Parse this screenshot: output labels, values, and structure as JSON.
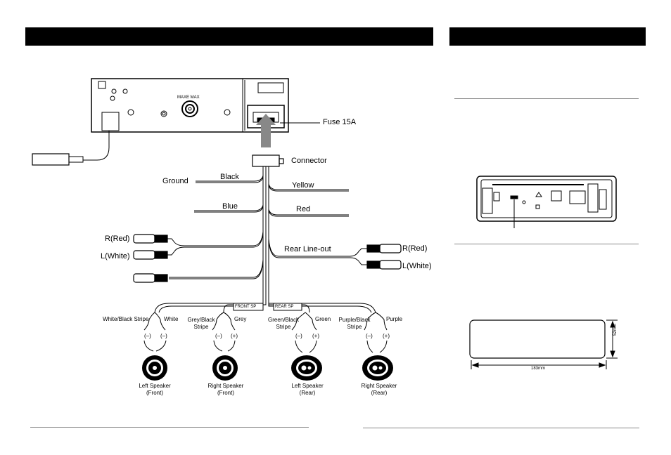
{
  "labels": {
    "fuse": "Fuse 15A",
    "connector": "Connector",
    "ground": "Ground",
    "black": "Black",
    "yellow": "Yellow",
    "blue": "Blue",
    "red": "Red",
    "r_red_left": "R(Red)",
    "l_white_left": "L(White)",
    "rear_lineout": "Rear Line-out",
    "r_red_right": "R(Red)",
    "l_white_right": "L(White)",
    "front_sp": "FRONT SP",
    "rear_sp": "REAR SP",
    "maxe": "MAXE MAX"
  },
  "speakers": [
    {
      "wire_neg": "White/Black Stripe",
      "wire_pos": "White",
      "neg": "(–)",
      "pos": "(–)",
      "name": "Left Speaker",
      "pos_name": "(Front)"
    },
    {
      "wire_neg": "Grey/Black\nStripe",
      "wire_pos": "Grey",
      "neg": "(–)",
      "pos": "(+)",
      "name": "Right Speaker",
      "pos_name": "(Front)"
    },
    {
      "wire_neg": "Green/Black\nStripe",
      "wire_pos": "Green",
      "neg": "(–)",
      "pos": "(+)",
      "name": "Left Speaker",
      "pos_name": "(Rear)"
    },
    {
      "wire_neg": "Purple/Black\nStripe",
      "wire_pos": "Purple",
      "neg": "(–)",
      "pos": "(+)",
      "name": "Right Speaker",
      "pos_name": "(Rear)"
    }
  ],
  "dimensions": {
    "width": "183mm",
    "height": "52mm"
  }
}
